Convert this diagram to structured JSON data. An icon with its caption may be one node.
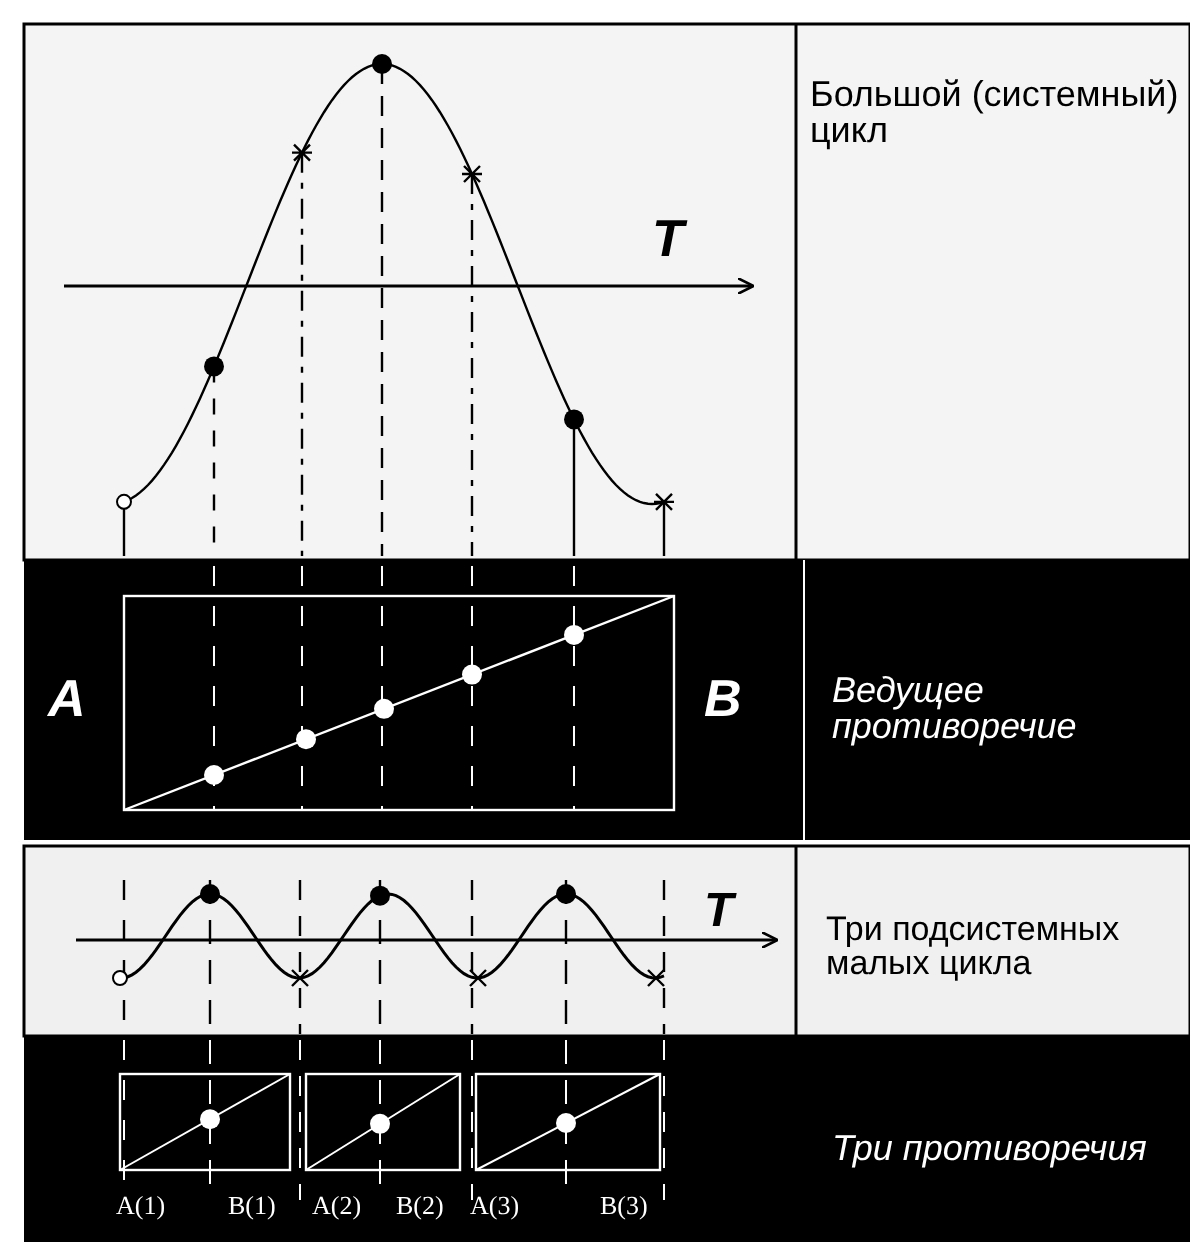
{
  "diagram": {
    "labels": [
      "Большой (системный) цикл",
      "T",
      "A",
      "B",
      "Ведущее противоречие",
      "T",
      "Три подсистемных малых цикла",
      "A(1)",
      "B(1)",
      "A(2)",
      "B(2)",
      "A(3)",
      "B(3)",
      "Три противоречия"
    ]
  }
}
